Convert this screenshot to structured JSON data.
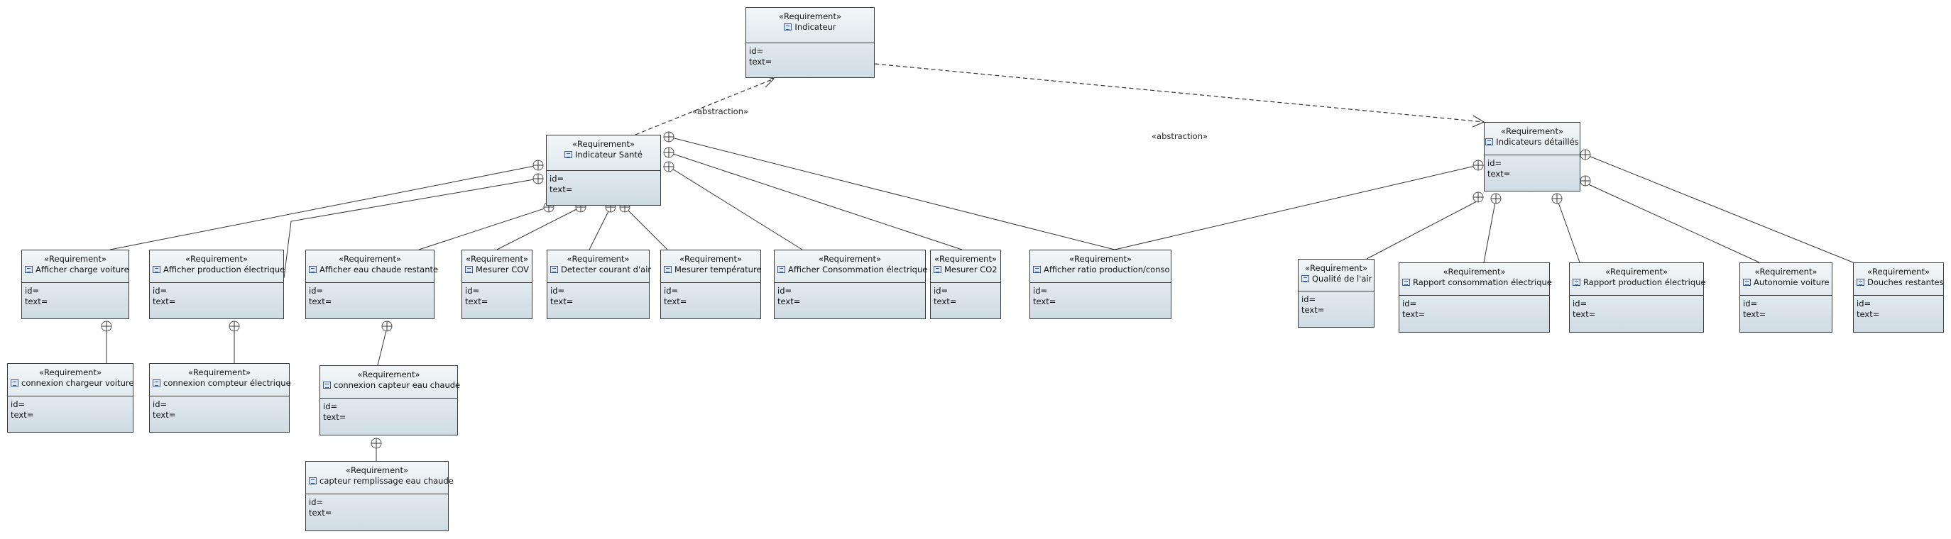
{
  "stereotype": "«Requirement»",
  "fields": {
    "id": "id=",
    "text": "text="
  },
  "abstraction_label": "«abstraction»",
  "requirements": {
    "indicateur": "Indicateur",
    "indicateur_sante": "Indicateur Santé",
    "indicateurs_detailles": "Indicateurs détaillés",
    "afficher_charge_voiture": "Afficher charge voiture",
    "afficher_production_electrique": "Afficher production électrique",
    "afficher_eau_chaude_restante": "Afficher eau chaude restante",
    "mesurer_cov": "Mesurer COV",
    "detecter_courant_air": "Detecter courant d'air",
    "mesurer_temperature": "Mesurer température",
    "afficher_consommation_electrique": "Afficher Consommation électrique",
    "mesurer_co2": "Mesurer CO2",
    "afficher_ratio": "Afficher ratio production/conso",
    "qualite_air": "Qualité de l'air",
    "rapport_consommation": "Rapport consommation électrique",
    "rapport_production": "Rapport production électrique",
    "autonomie_voiture": "Autonomie voiture",
    "douches_restantes": "Douches restantes",
    "connexion_chargeur_voiture": "connexion chargeur voiture",
    "connexion_compteur_electrique": "connexion compteur électrique",
    "connexion_capteur_eau_chaude": "connexion capteur eau chaude",
    "capteur_remplissage_eau_chaude": "capteur remplissage eau chaude"
  }
}
